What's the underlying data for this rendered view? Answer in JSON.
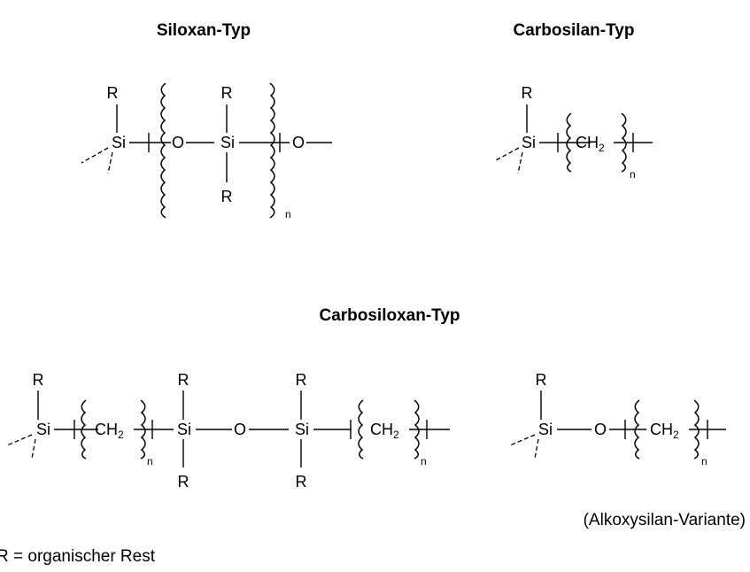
{
  "headings": {
    "siloxan": "Siloxan-Typ",
    "carbosilan": "Carbosilan-Typ",
    "carbosiloxan": "Carbosiloxan-Typ"
  },
  "atoms": {
    "r": "R",
    "si": "Si",
    "o": "O",
    "ch2_main": "CH",
    "ch2_sub": "2",
    "n": "n"
  },
  "captions": {
    "alkoxysilan": "(Alkoxysilan-Variante)",
    "legend": "R = organischer Rest"
  }
}
